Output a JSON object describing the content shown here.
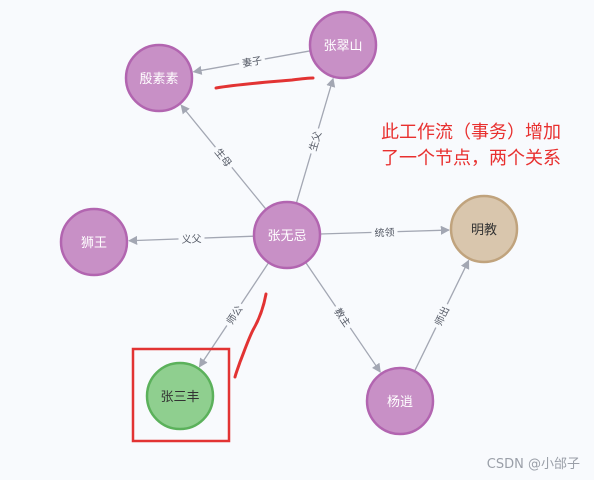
{
  "graph": {
    "nodes": [
      {
        "id": "yinsusu",
        "label": "殷素素",
        "color": "#c890c6",
        "stroke": "#b265b0"
      },
      {
        "id": "zhangcuishan",
        "label": "张翠山",
        "color": "#c890c6",
        "stroke": "#b265b0"
      },
      {
        "id": "shiwang",
        "label": "狮王",
        "color": "#c890c6",
        "stroke": "#b265b0"
      },
      {
        "id": "zhangwuji",
        "label": "张无忌",
        "color": "#c890c6",
        "stroke": "#b265b0"
      },
      {
        "id": "mingjiao",
        "label": "明教",
        "color": "#d9c6ad",
        "stroke": "#c0a37d"
      },
      {
        "id": "zhangsanfeng",
        "label": "张三丰",
        "color": "#8fcf8f",
        "stroke": "#5bb15b"
      },
      {
        "id": "yangxiao",
        "label": "杨逍",
        "color": "#c890c6",
        "stroke": "#b265b0"
      }
    ],
    "edges": [
      {
        "from": "zhangcuishan",
        "to": "yinsusu",
        "label": "妻子"
      },
      {
        "from": "zhangwuji",
        "to": "yinsusu",
        "label": "生母"
      },
      {
        "from": "zhangwuji",
        "to": "zhangcuishan",
        "label": "生父"
      },
      {
        "from": "zhangwuji",
        "to": "shiwang",
        "label": "义父"
      },
      {
        "from": "zhangwuji",
        "to": "mingjiao",
        "label": "统领"
      },
      {
        "from": "zhangwuji",
        "to": "zhangsanfeng",
        "label": "师公"
      },
      {
        "from": "zhangwuji",
        "to": "yangxiao",
        "label": "教主"
      },
      {
        "from": "yangxiao",
        "to": "mingjiao",
        "label": "师出"
      }
    ]
  },
  "annotation": {
    "line1": "此工作流（事务）增加",
    "line2": "了一个节点，两个关系",
    "color": "#e8302f"
  },
  "watermark": "CSDN @小邰子"
}
